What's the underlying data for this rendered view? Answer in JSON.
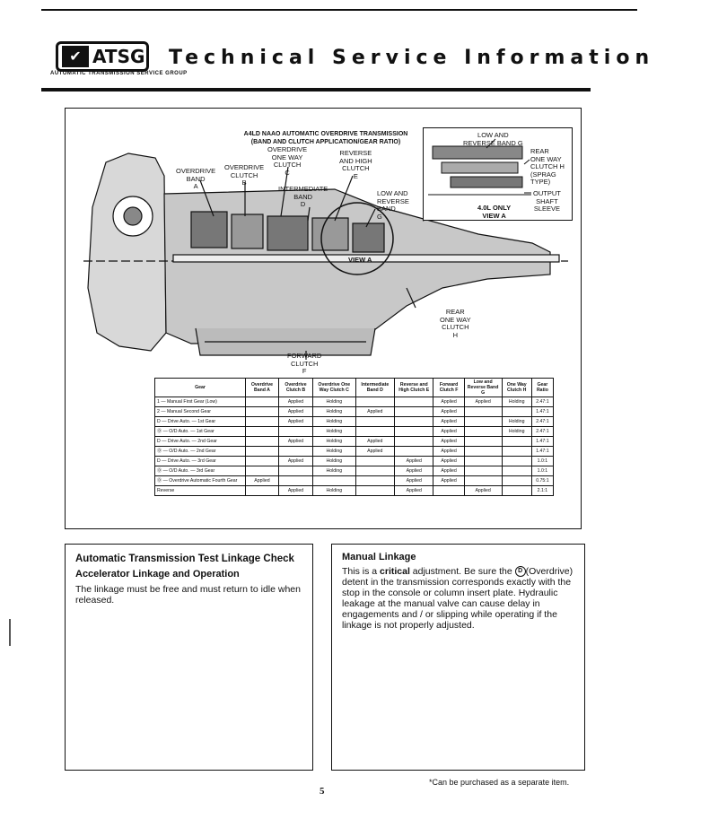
{
  "header": {
    "logo_text": "ATSG",
    "logo_tagline": "AUTOMATIC TRANSMISSION SERVICE GROUP",
    "title": "Technical Service Information"
  },
  "diagram": {
    "title_line1": "A4LD NAAO AUTOMATIC OVERDRIVE TRANSMISSION",
    "title_line2": "(BAND AND CLUTCH APPLICATION/GEAR RATIO)",
    "labels": {
      "overdrive_band": "OVERDRIVE\nBAND\nA",
      "overdrive_clutch": "OVERDRIVE\nCLUTCH\nB",
      "overdrive_one_way_clutch": "OVERDRIVE\nONE WAY\nCLUTCH\nC",
      "intermediate_band": "INTERMEDIATE\nBAND\nD",
      "reverse_high_clutch": "REVERSE\nAND HIGH\nCLUTCH\nE",
      "low_reverse_band": "LOW AND\nREVERSE\nBAND\nG",
      "view_a": "VIEW A",
      "rear_one_way_clutch": "REAR\nONE WAY\nCLUTCH\nH",
      "forward_clutch": "FORWARD\nCLUTCH\nF"
    },
    "inset": {
      "low_reverse_band": "LOW AND\nREVERSE BAND G",
      "rear_one_way_clutch": "REAR\nONE WAY\nCLUTCH H\n(SPRAG\nTYPE)",
      "output_shaft_sleeve": "OUTPUT\nSHAFT\nSLEEVE",
      "caption": "4.0L ONLY\nVIEW A"
    }
  },
  "gear_table": {
    "headers": [
      "Gear",
      "Overdrive Band A",
      "Overdrive Clutch B",
      "Overdrive One Way Clutch C",
      "Intermediate Band D",
      "Reverse and High Clutch E",
      "Forward Clutch F",
      "Low and Reverse Band G",
      "One Way Clutch H",
      "Gear Ratio"
    ],
    "rows": [
      [
        "1 — Manual First Gear (Low)",
        "",
        "Applied",
        "Holding",
        "",
        "",
        "Applied",
        "Applied",
        "Holding",
        "2.47:1"
      ],
      [
        "2 — Manual Second Gear",
        "",
        "Applied",
        "Holding",
        "Applied",
        "",
        "Applied",
        "",
        "",
        "1.47:1"
      ],
      [
        "D — Drive Auto. — 1st Gear",
        "",
        "Applied",
        "Holding",
        "",
        "",
        "Applied",
        "",
        "Holding",
        "2.47:1"
      ],
      [
        "Ⓓ — O/D Auto. — 1st Gear",
        "",
        "",
        "Holding",
        "",
        "",
        "Applied",
        "",
        "Holding",
        "2.47:1"
      ],
      [
        "D — Drive Auto. — 2nd Gear",
        "",
        "Applied",
        "Holding",
        "Applied",
        "",
        "Applied",
        "",
        "",
        "1.47:1"
      ],
      [
        "Ⓓ — O/D Auto. — 2nd Gear",
        "",
        "",
        "Holding",
        "Applied",
        "",
        "Applied",
        "",
        "",
        "1.47:1"
      ],
      [
        "D — Drive Auto. — 3rd Gear",
        "",
        "Applied",
        "Holding",
        "",
        "Applied",
        "Applied",
        "",
        "",
        "1.0:1"
      ],
      [
        "Ⓓ — O/D Auto. — 3rd Gear",
        "",
        "",
        "Holding",
        "",
        "Applied",
        "Applied",
        "",
        "",
        "1.0:1"
      ],
      [
        "Ⓓ — Overdrive Automatic Fourth Gear",
        "Applied",
        "",
        "",
        "",
        "Applied",
        "Applied",
        "",
        "",
        "0.75:1"
      ],
      [
        "Reverse",
        "",
        "Applied",
        "Holding",
        "",
        "Applied",
        "",
        "Applied",
        "",
        "2.1:1"
      ]
    ]
  },
  "left_panel": {
    "title": "Automatic Transmission Test Linkage Check",
    "subtitle": "Accelerator Linkage and Operation",
    "body": "The linkage must be free and must return to idle when released."
  },
  "right_panel": {
    "title": "Manual Linkage",
    "body_pre": "This is a ",
    "body_bold": "critical",
    "body_mid": " adjustment. Be sure the ",
    "od_symbol": "D",
    "body_post": "(Overdrive) detent in the transmission corresponds exactly with the stop in the console or column insert plate. Hydraulic leakage at the manual valve can cause delay in engagements and / or slipping while operating if the linkage is not properly adjusted."
  },
  "footnote": "*Can be purchased as a separate item.",
  "page_number": "5"
}
